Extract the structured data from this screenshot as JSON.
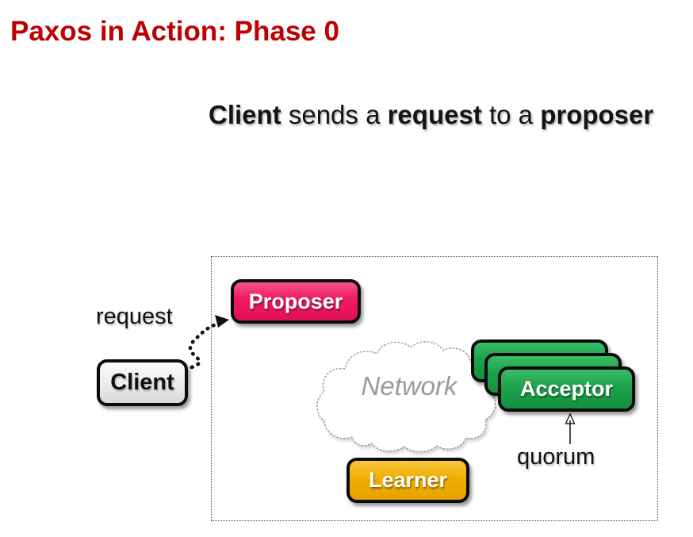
{
  "slide": {
    "title": "Paxos in Action: Phase 0",
    "title_color": "#c00000"
  },
  "subtitle": {
    "segments": [
      {
        "text": "Client",
        "bold": true
      },
      {
        "text": " sends a ",
        "bold": false
      },
      {
        "text": "request",
        "bold": true
      },
      {
        "text": " to a ",
        "bold": false
      },
      {
        "text": "proposer",
        "bold": true
      }
    ]
  },
  "diagram": {
    "request_label": "request",
    "quorum_label": "quorum",
    "network_label": "Network",
    "nodes": {
      "proposer": {
        "label": "Proposer",
        "fill": "#ee1c66",
        "text_color": "#ffffff"
      },
      "client": {
        "label": "Client",
        "fill": "#ececec",
        "text_color": "#111111"
      },
      "acceptor": {
        "label": "Acceptor",
        "fill": "#1ca24c",
        "text_color": "#ffffff",
        "stack_count": 3
      },
      "learner": {
        "label": "Learner",
        "fill": "#f1ad00",
        "text_color": "#ffffff"
      }
    }
  }
}
